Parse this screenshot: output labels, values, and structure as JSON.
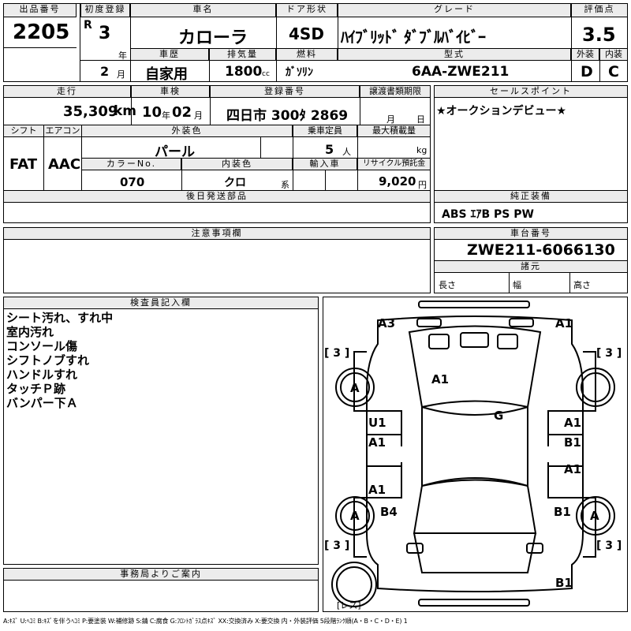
{
  "header": {
    "lot_label": "出品番号",
    "lot_no": "2205",
    "first_reg_label": "初度登録",
    "era": "R",
    "year": "3",
    "year_unit": "年",
    "month": "2",
    "month_unit": "月",
    "name_label": "車名",
    "name": "カローラ",
    "door_label": "ドア形状",
    "door": "4SD",
    "grade_label": "グレード",
    "grade": "ﾊｲﾌﾞﾘｯﾄﾞ ﾀﾞﾌﾞﾙﾊﾞｲﾋﾞｰ",
    "score_label": "評価点",
    "score": "3.5",
    "history_label": "車歴",
    "history": "自家用",
    "displacement_label": "排気量",
    "displacement": "1800",
    "displacement_unit": "cc",
    "fuel_label": "燃料",
    "fuel": "ｶﾞｿﾘﾝ",
    "model_label": "型式",
    "model": "6AA-ZWE211",
    "ext_label": "外装",
    "ext_grade": "D",
    "int_label": "内装",
    "int_grade": "C"
  },
  "row2": {
    "mileage_label": "走行",
    "mileage": "35,309",
    "mileage_unit": "km",
    "inspection_label": "車検",
    "insp_year": "10",
    "insp_year_unit": "年",
    "insp_month": "02",
    "insp_month_unit": "月",
    "reg_no_label": "登録番号",
    "reg_no": "四日市 300ﾀ 2869",
    "transfer_label": "譲渡書類期限",
    "transfer_month_unit": "月",
    "transfer_day_unit": "日",
    "shift_label": "シフト",
    "shift": "FAT",
    "ac_label": "エアコン",
    "ac": "AAC",
    "color_label": "外装色",
    "color": "パール",
    "capacity_label": "乗車定員",
    "capacity": "5",
    "capacity_unit": "人",
    "load_label": "最大積載量",
    "load_unit": "kg",
    "color_no_label": "カラーNo.",
    "color_no": "070",
    "int_color_label": "内装色",
    "int_color": "クロ",
    "int_color_suffix": "系",
    "import_label": "輸入車",
    "recycle_label": "リサイクル預託金",
    "recycle": "9,020",
    "recycle_unit": "円"
  },
  "sales_point": {
    "label": "セールスポイント",
    "text": "★オークションデビュー★"
  },
  "later_parts": {
    "label": "後日発送部品"
  },
  "equipment": {
    "label": "純正装備",
    "text": "ABS ｴｱB PS PW"
  },
  "notes": {
    "label": "注意事項欄"
  },
  "chassis": {
    "label": "車台番号",
    "number": "ZWE211-6066130"
  },
  "specs": {
    "label": "諸元",
    "length": "長さ",
    "width": "幅",
    "height": "高さ"
  },
  "inspector": {
    "label": "検査員記入欄",
    "lines": [
      "シート汚れ、すれ中",
      "室内汚れ",
      "コンソール傷",
      "シフトノブすれ",
      "ハンドルすれ",
      "タッチＰ跡",
      "バンパー下Ａ"
    ]
  },
  "office": {
    "label": "事務局よりご案内"
  },
  "diagram": {
    "marks": {
      "a3": "A3",
      "a1_tr": "A1",
      "a1_hood": "A1",
      "g": "G",
      "u1": "U1",
      "a1_ld": "A1",
      "a1_lr": "A1",
      "b4": "B4",
      "a1_rd": "A1",
      "b1_rd": "B1",
      "a1_rr": "A1",
      "b1_rr": "B1",
      "b1_bottom": "B1",
      "wheel_fl": "A",
      "wheel_rl": "A",
      "wheel_rr": "A",
      "tire_fl": "[ 3 ]",
      "tire_fr": "[ 3 ]",
      "tire_rl": "[ 3 ]",
      "tire_rr": "[ 3 ]",
      "spare": "[レス]"
    }
  },
  "legend": "A:ｷｽﾞ U:ﾍｺﾐ B:ｷｽﾞを伴うﾍｺﾐ P:要塗装 W:補修跡 S:錆 C:腐食 G:ﾌﾛﾝﾄｶﾞﾗｽ点ｷｽﾞ XX:交換済み X:要交換 内・外装評価 5段階ﾗﾝｸ順(A・B・C・D・E) 1"
}
